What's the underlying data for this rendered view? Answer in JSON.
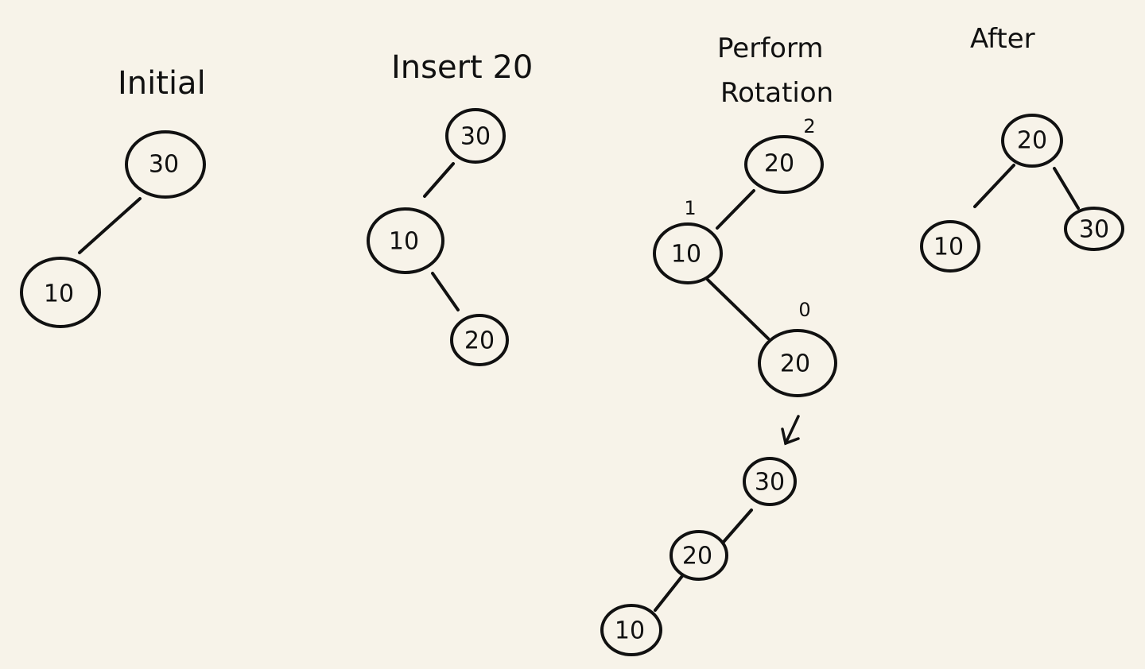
{
  "titles": {
    "initial": "Initial",
    "insert": "Insert 20",
    "perform_line1": "Perform",
    "perform_line2": "Rotation",
    "after": "After"
  },
  "initial_tree": {
    "nodes": [
      "30",
      "10"
    ]
  },
  "insert_tree": {
    "nodes": [
      "30",
      "10",
      "20"
    ]
  },
  "rotation_tree": {
    "nodes": [
      "20",
      "10",
      "20"
    ],
    "balance_factors": [
      "2",
      "1",
      "0"
    ]
  },
  "rotation_result": {
    "nodes": [
      "30",
      "20",
      "10"
    ]
  },
  "after_tree": {
    "nodes": [
      "20",
      "10",
      "30"
    ]
  }
}
